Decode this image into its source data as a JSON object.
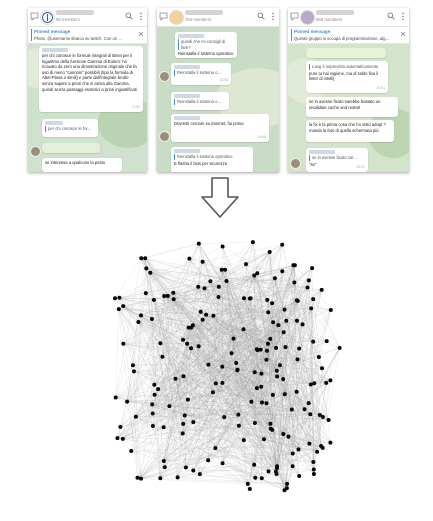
{
  "colors": {
    "accent": "#3d8fd8",
    "node": "#0a0a0a",
    "edge": "#9a9a9a",
    "arrow_stroke": "#555555"
  },
  "screens": [
    {
      "members": "96 members",
      "pinned_title": "Pinned message",
      "pinned_text": "Photo, @username sbarca su twitch. Con un ...",
      "messages": [
        "per chi conosce le formule integrali di Binet per il logaritmo della funzione Gamma di Eulero: ho ricavato da zero una dimostrazione originale che fa uso di meno \"cannoni\" possibili (tipo la formula di Abel-Plana o simili) e parte dall'integrale brutto senza sapere a priori che si arriva alla Gamma, quindi senza passaggi esoterici a priori ingiustificati",
        "per chi conosce le for...",
        "se interessa a qualcuno la posto"
      ],
      "times": [
        "17:52",
        "17:52"
      ]
    },
    {
      "members": "764 members",
      "pinned_title": "",
      "pinned_text": "",
      "messages": [
        "quindi che mi consigli di fare?",
        "Reinstalla il sistema operativo",
        "Reinstalla il sistema o...",
        "Reinstalla il sistema o...",
        "Dovresti cercare su internet, fai prima",
        "Reinstalla il sistema operativo",
        "E flasha il bios per sicurezza"
      ],
      "times": [
        "14:05",
        "14:05",
        "14:06",
        "14:06"
      ]
    },
    {
      "members": "958 members",
      "pinned_title": "Pinned message",
      "pinned_text": "Questo gruppo si occupa di programmazione, alg...",
      "messages": [
        "Lang è imprevisto automaticamente",
        "pure tu hai ragione, ma di solito fixa il linter di intellij",
        "se lo avesse fixato sarebbe bastato un invalidate cache and restart",
        "la fix è la prima cosa che ho visto adopt ?",
        "manda la foto di quella schermata più",
        "se lo avesse fixato sar...",
        "\"se\""
      ],
      "times": [
        "10:01",
        "10:01",
        "10:02"
      ]
    }
  ],
  "graph": {
    "node_count": 200
  }
}
